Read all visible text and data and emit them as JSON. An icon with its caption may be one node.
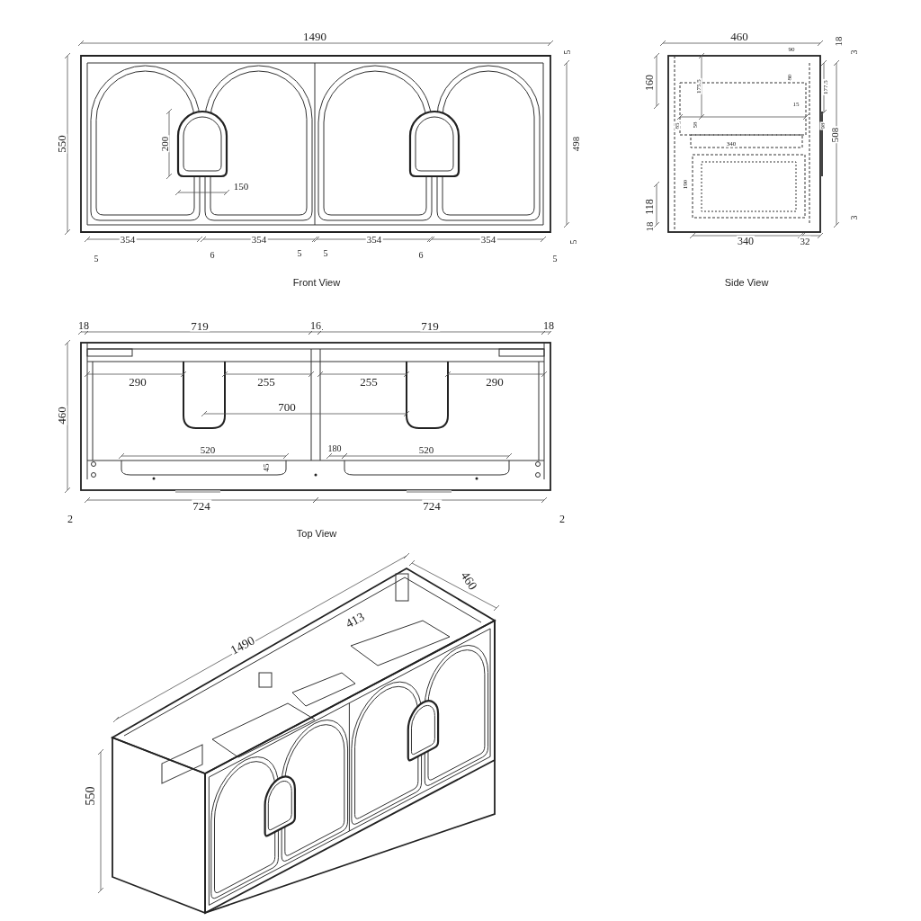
{
  "diagram": {
    "labels": [
      "1490",
      "550",
      "5",
      "200",
      "498",
      "150",
      "354",
      "354",
      "354",
      "354",
      "5",
      "6",
      "5",
      "5",
      "6",
      "5",
      "5",
      "Front View",
      "460",
      "18",
      "90",
      "3",
      "160",
      "175.5",
      "80",
      "177.5",
      "15",
      "85",
      "58",
      "98",
      "508",
      "340",
      "190",
      "118",
      "3",
      "18",
      "340",
      "32",
      "Side View",
      "18",
      "719",
      "16",
      "719",
      "18",
      "460",
      "290",
      "255",
      "255",
      "290",
      "700",
      "520",
      "180",
      "520",
      "45",
      "724",
      "724",
      "2",
      "2",
      "Top View",
      "460",
      "413",
      "1490",
      "550"
    ]
  }
}
